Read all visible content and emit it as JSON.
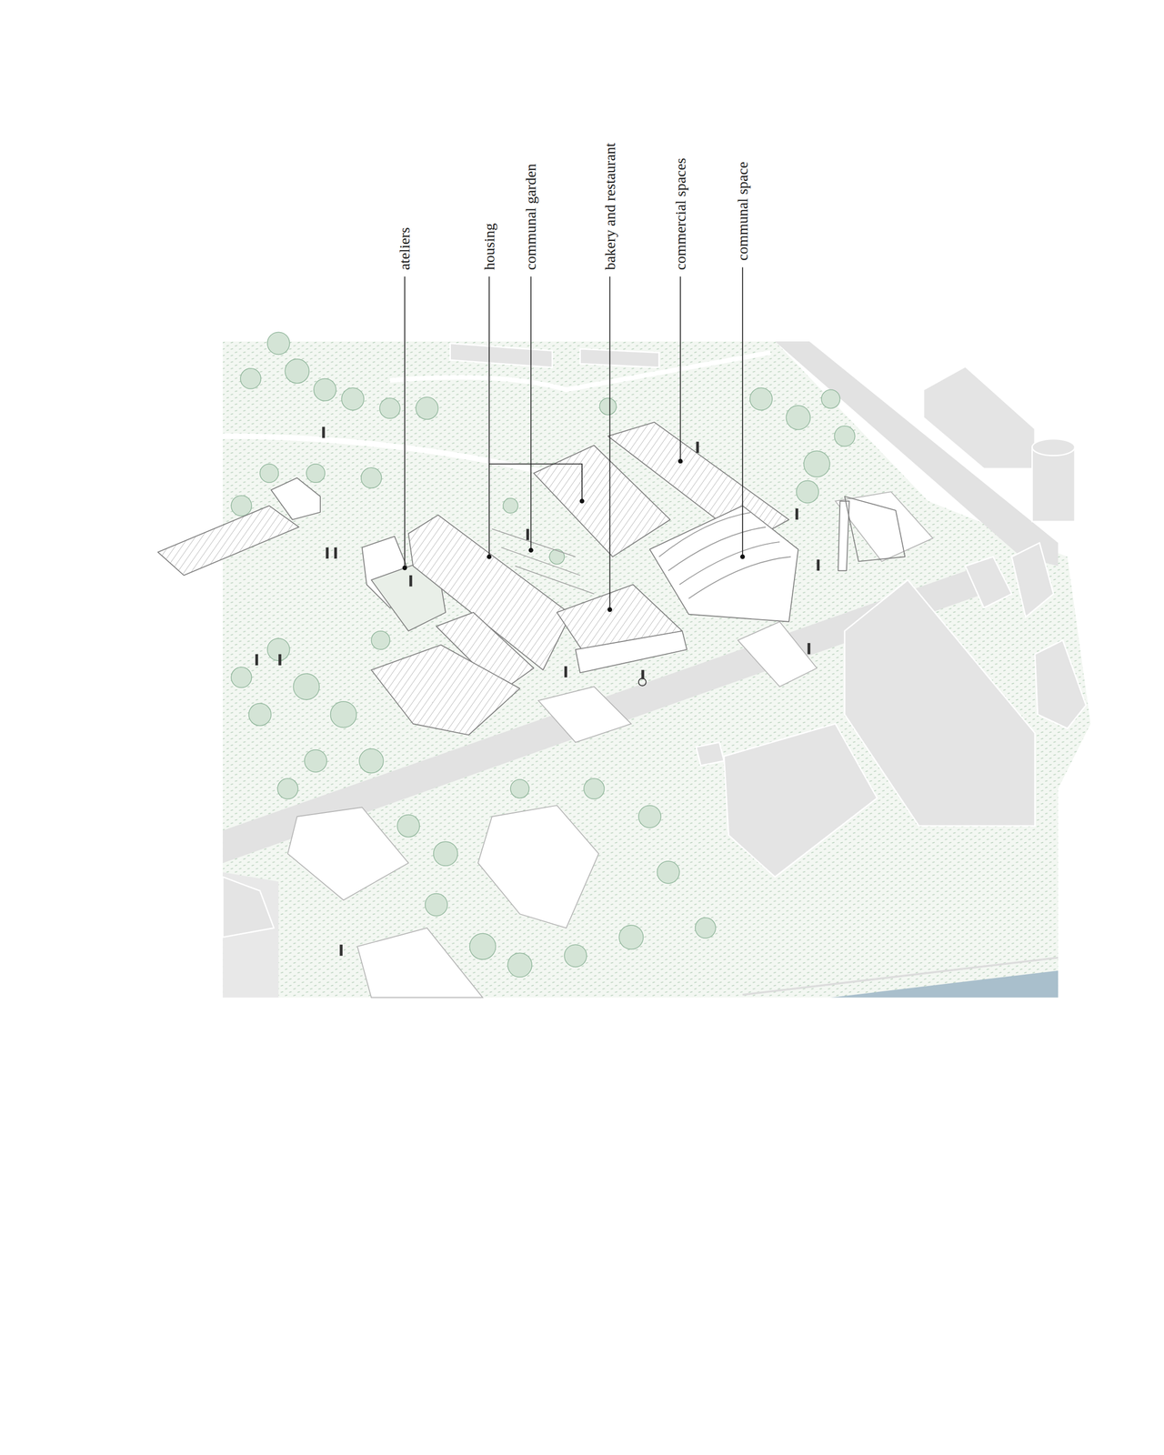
{
  "diagram": {
    "labels": [
      "ateliers",
      "housing",
      "communal garden",
      "bakery and restaurant",
      "commercial spaces",
      "communal space"
    ]
  }
}
